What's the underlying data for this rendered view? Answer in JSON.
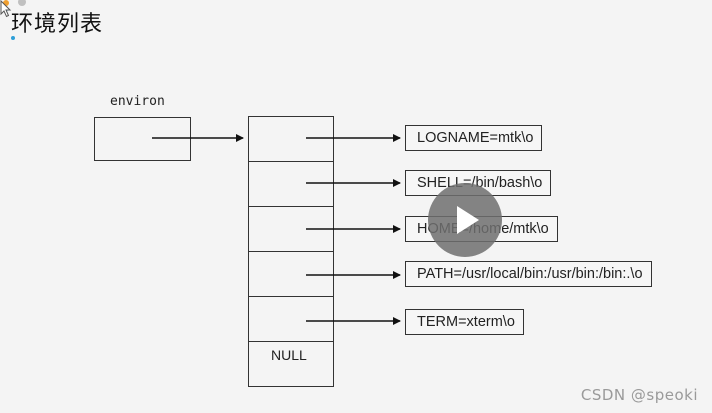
{
  "slide": {
    "title": "环境列表",
    "environ_label": "environ",
    "array_null_label": "NULL",
    "strings": [
      "LOGNAME=mtk\\o",
      "SHELL=/bin/bash\\o",
      "HOME=/home/mtk\\o",
      "PATH=/usr/local/bin:/usr/bin:/bin:.\\o",
      "TERM=xterm\\o"
    ]
  },
  "player": {
    "play_icon": "play-icon"
  },
  "watermark": "CSDN @speoki",
  "colors": {
    "background": "#f4f4f4",
    "line": "#333333",
    "play_button": "#6e6e6e",
    "watermark": "#9a9a9a",
    "logo_blue": "#2e9fd8",
    "logo_orange": "#f0a030"
  }
}
